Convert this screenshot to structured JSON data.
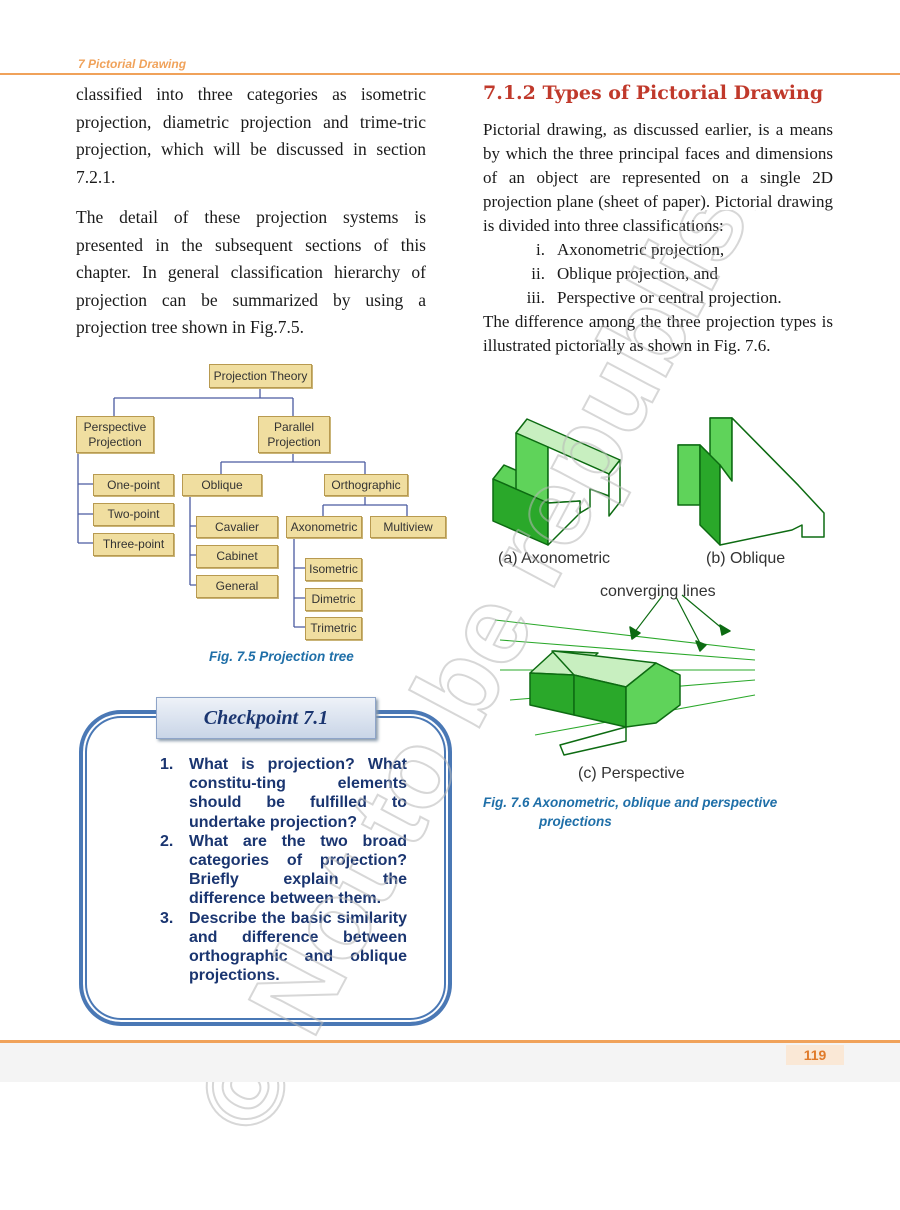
{
  "header": {
    "running_head": "7 Pictorial Drawing"
  },
  "left_column": {
    "paragraphs": [
      "classified into three categories as isometric projection, diametric projection and trime-tric projection, which will be discussed in section 7.2.1.",
      "The detail of these projection systems is presented in the subsequent sections of this chapter. In general classification hierarchy of projection can be summarized by using a projection tree shown in Fig.7.5."
    ]
  },
  "right_column": {
    "section_title": "7.1.2 Types of Pictorial Drawing",
    "intro": "Pictorial drawing, as discussed earlier, is a means by which the three principal faces and dimensions of an object are represented on a single 2D projection plane (sheet of paper). Pictorial drawing is divided into three classifications:",
    "list": [
      {
        "num": "i.",
        "text": "Axonometric projection,"
      },
      {
        "num": "ii.",
        "text": "Oblique projection, and"
      },
      {
        "num": "iii.",
        "text": "Perspective or central projection."
      }
    ],
    "outro": "The difference among the three projection types is illustrated pictorially as shown in Fig. 7.6."
  },
  "tree": {
    "root": "Projection Theory",
    "perspective": "Perspective Projection",
    "parallel": "Parallel Projection",
    "one_point": "One-point",
    "two_point": "Two-point",
    "three_point": "Three-point",
    "oblique": "Oblique",
    "orthographic": "Orthographic",
    "cavalier": "Cavalier",
    "cabinet": "Cabinet",
    "general": "General",
    "axonometric": "Axonometric",
    "multiview": "Multiview",
    "isometric": "Isometric",
    "dimetric": "Dimetric",
    "trimetric": "Trimetric",
    "caption": "Fig. 7.5  Projection tree"
  },
  "figure_76": {
    "label_a": "(a) Axonometric",
    "label_b": "(b) Oblique",
    "label_c": "(c) Perspective",
    "converging": "converging lines",
    "caption_line1": "Fig. 7.6 Axonometric, oblique and perspective",
    "caption_line2": "projections",
    "colors": {
      "face_light": "#c8efc0",
      "face_mid": "#5fd35a",
      "face_dark": "#2aa82a",
      "edge": "#0d6b12"
    }
  },
  "checkpoint": {
    "title": "Checkpoint 7.1",
    "questions": [
      {
        "num": "1.",
        "text": "What is projection? What constitu-ting elements should be fulfilled to undertake projection?"
      },
      {
        "num": "2.",
        "text": "What are the two broad categories of projection? Briefly explain the difference between them."
      },
      {
        "num": "3.",
        "text": "Describe the basic similarity and difference between orthographic and oblique projections."
      }
    ]
  },
  "footer": {
    "page_number": "119"
  },
  "watermark": {
    "text": "© Not to be republished"
  }
}
